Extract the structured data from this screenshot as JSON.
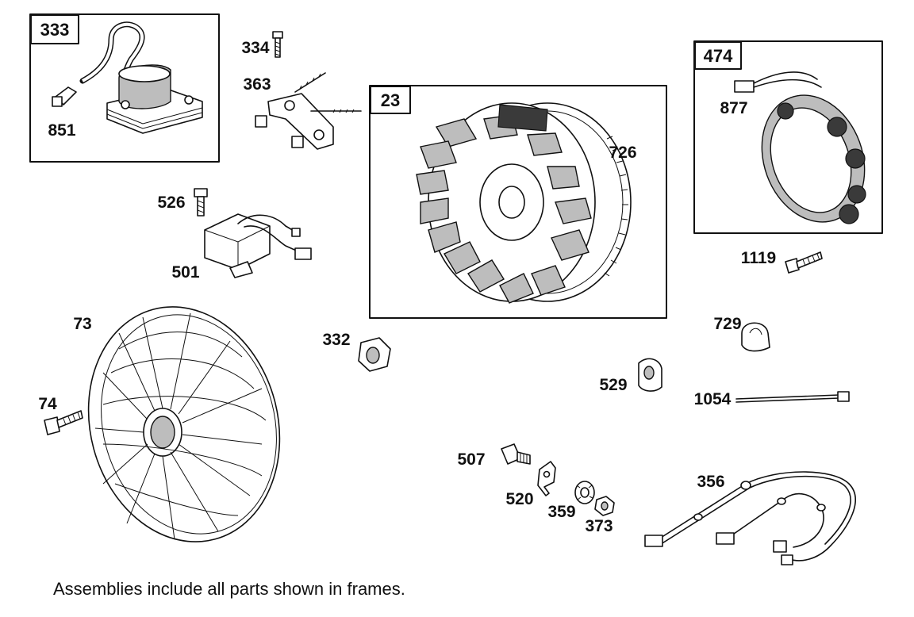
{
  "frames": {
    "frame_333": "333",
    "frame_474": "474",
    "frame_23": "23"
  },
  "parts": {
    "p851": "851",
    "p334": "334",
    "p363": "363",
    "p526": "526",
    "p501": "501",
    "p726": "726",
    "p877": "877",
    "p1119": "1119",
    "p73": "73",
    "p74": "74",
    "p332": "332",
    "p729": "729",
    "p529": "529",
    "p1054": "1054",
    "p507": "507",
    "p520": "520",
    "p359": "359",
    "p373": "373",
    "p356": "356"
  },
  "footnote": "Assemblies include all parts shown in frames."
}
